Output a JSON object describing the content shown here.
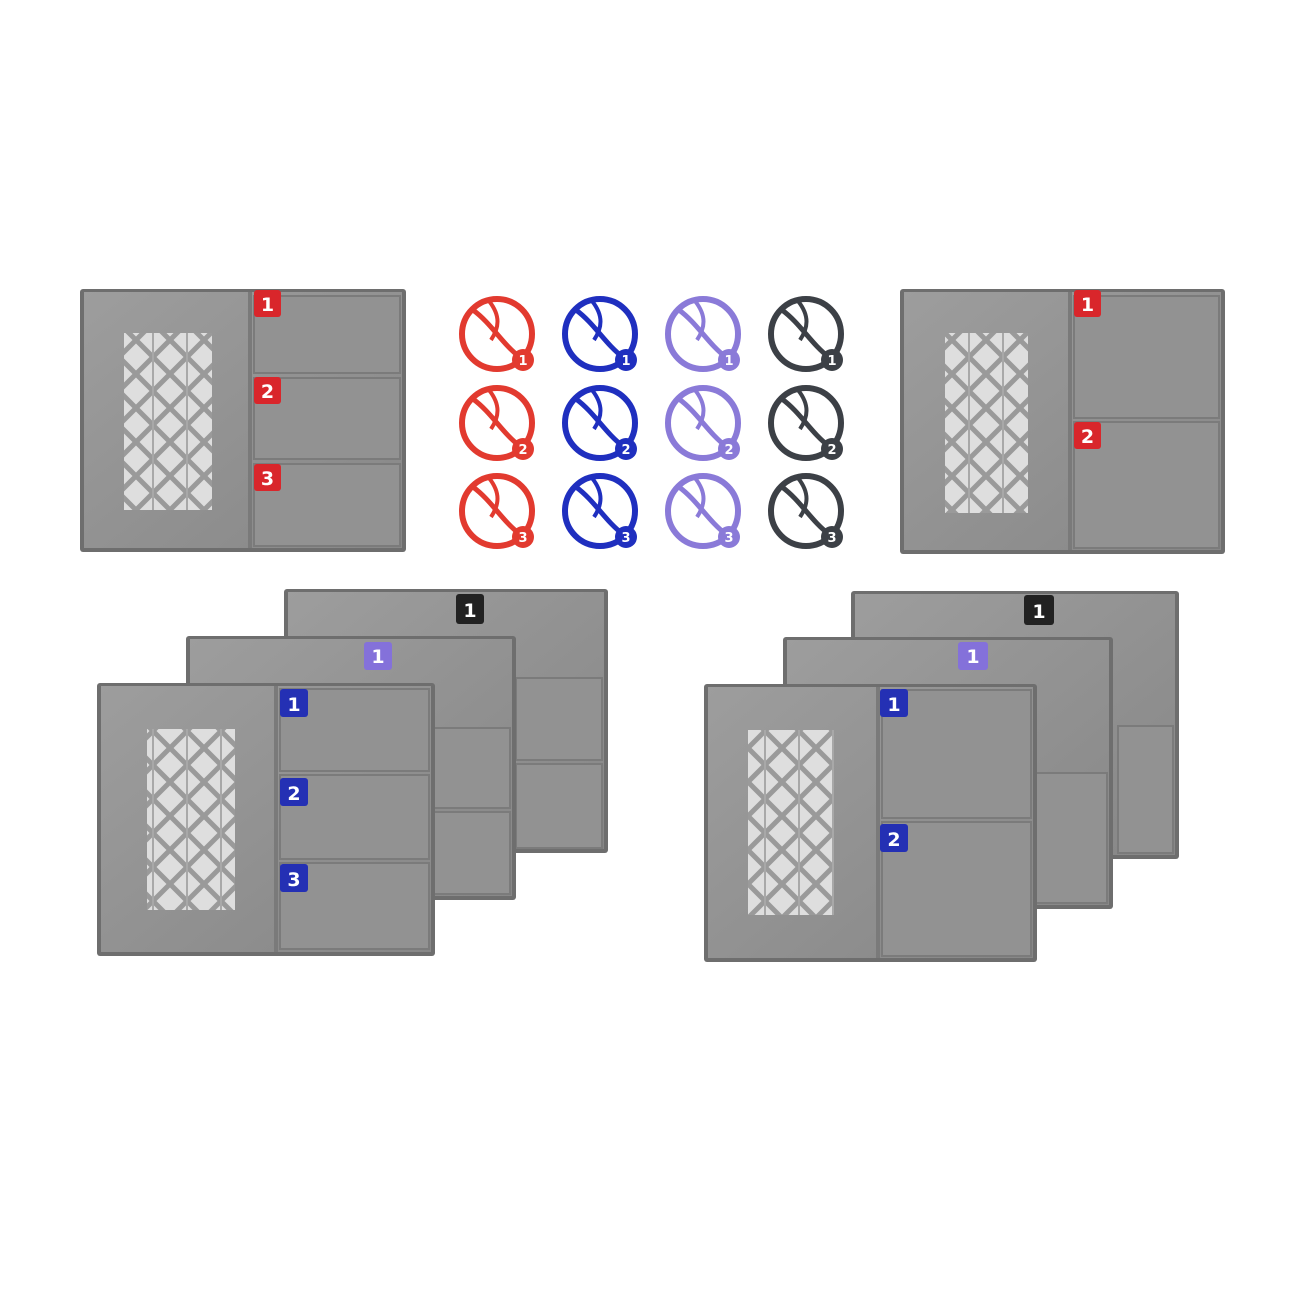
{
  "palette": {
    "background": "#ffffff",
    "tray_face": "#8f8f8f",
    "tray_edge": "#6e6e6e",
    "tray_frame": "#9b9b9b",
    "tray_highlight": "#b4b4b4",
    "lattice_bg": "#dedede",
    "lattice_line": "#9a9a9a",
    "badge_red": "#d9262b",
    "badge_blue": "#2430b4",
    "badge_purple": "#8471da",
    "badge_black": "#222222",
    "ball_red": "#e23a2f",
    "ball_blue": "#1f2fbf",
    "ball_purple": "#8a7ad8",
    "ball_grey": "#3c4046"
  },
  "top_left_tray": {
    "badge_color": "red",
    "badges": [
      "1",
      "2",
      "3"
    ]
  },
  "top_right_tray": {
    "badge_color": "red",
    "badges": [
      "1",
      "2"
    ]
  },
  "ball_markers": [
    {
      "color": "red",
      "numbers": [
        "1",
        "2",
        "3"
      ]
    },
    {
      "color": "blue",
      "numbers": [
        "1",
        "2",
        "3"
      ]
    },
    {
      "color": "purple",
      "numbers": [
        "1",
        "2",
        "3"
      ]
    },
    {
      "color": "grey",
      "numbers": [
        "1",
        "2",
        "3"
      ]
    }
  ],
  "bottom_left_stack": {
    "back_tray": {
      "badge_color": "black",
      "badge": "1"
    },
    "middle_tray": {
      "badge_color": "purple",
      "badge": "1"
    },
    "front_tray": {
      "badge_color": "blue",
      "badges": [
        "1",
        "2",
        "3"
      ]
    }
  },
  "bottom_right_stack": {
    "back_tray": {
      "badge_color": "black",
      "badge": "1"
    },
    "middle_tray": {
      "badge_color": "purple",
      "badge": "1"
    },
    "front_tray": {
      "badge_color": "blue",
      "badges": [
        "1",
        "2"
      ]
    }
  }
}
